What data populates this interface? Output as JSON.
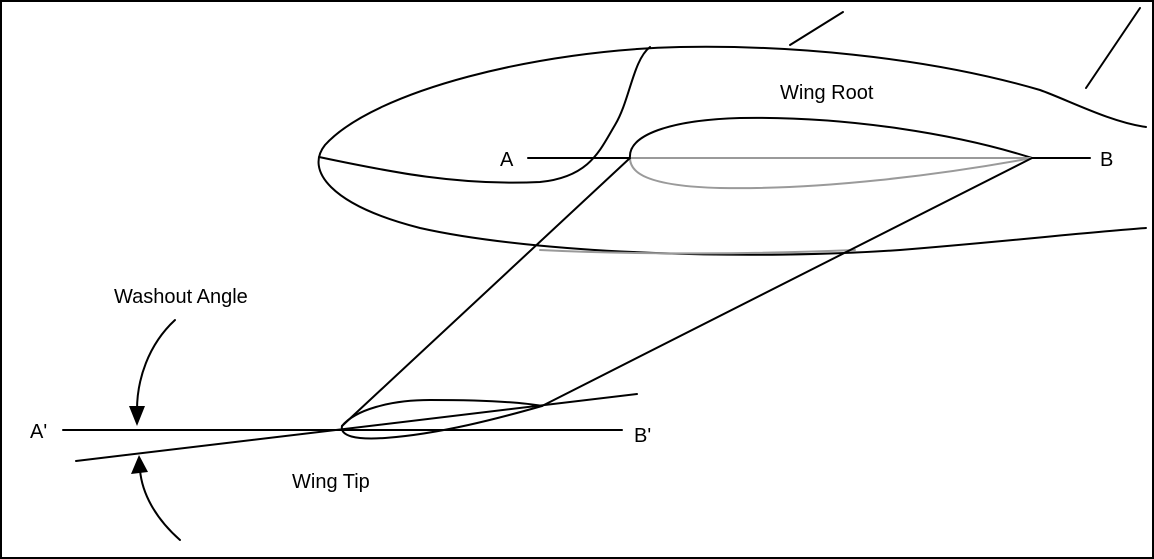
{
  "labels": {
    "wing_root": "Wing Root",
    "point_a": "A",
    "point_b": "B",
    "washout_angle": "Washout Angle",
    "point_a_prime": "A'",
    "point_b_prime": "B'",
    "wing_tip": "Wing Tip"
  },
  "colors": {
    "outline": "#000000",
    "hidden_line": "#9a9a9a",
    "background": "#ffffff"
  }
}
